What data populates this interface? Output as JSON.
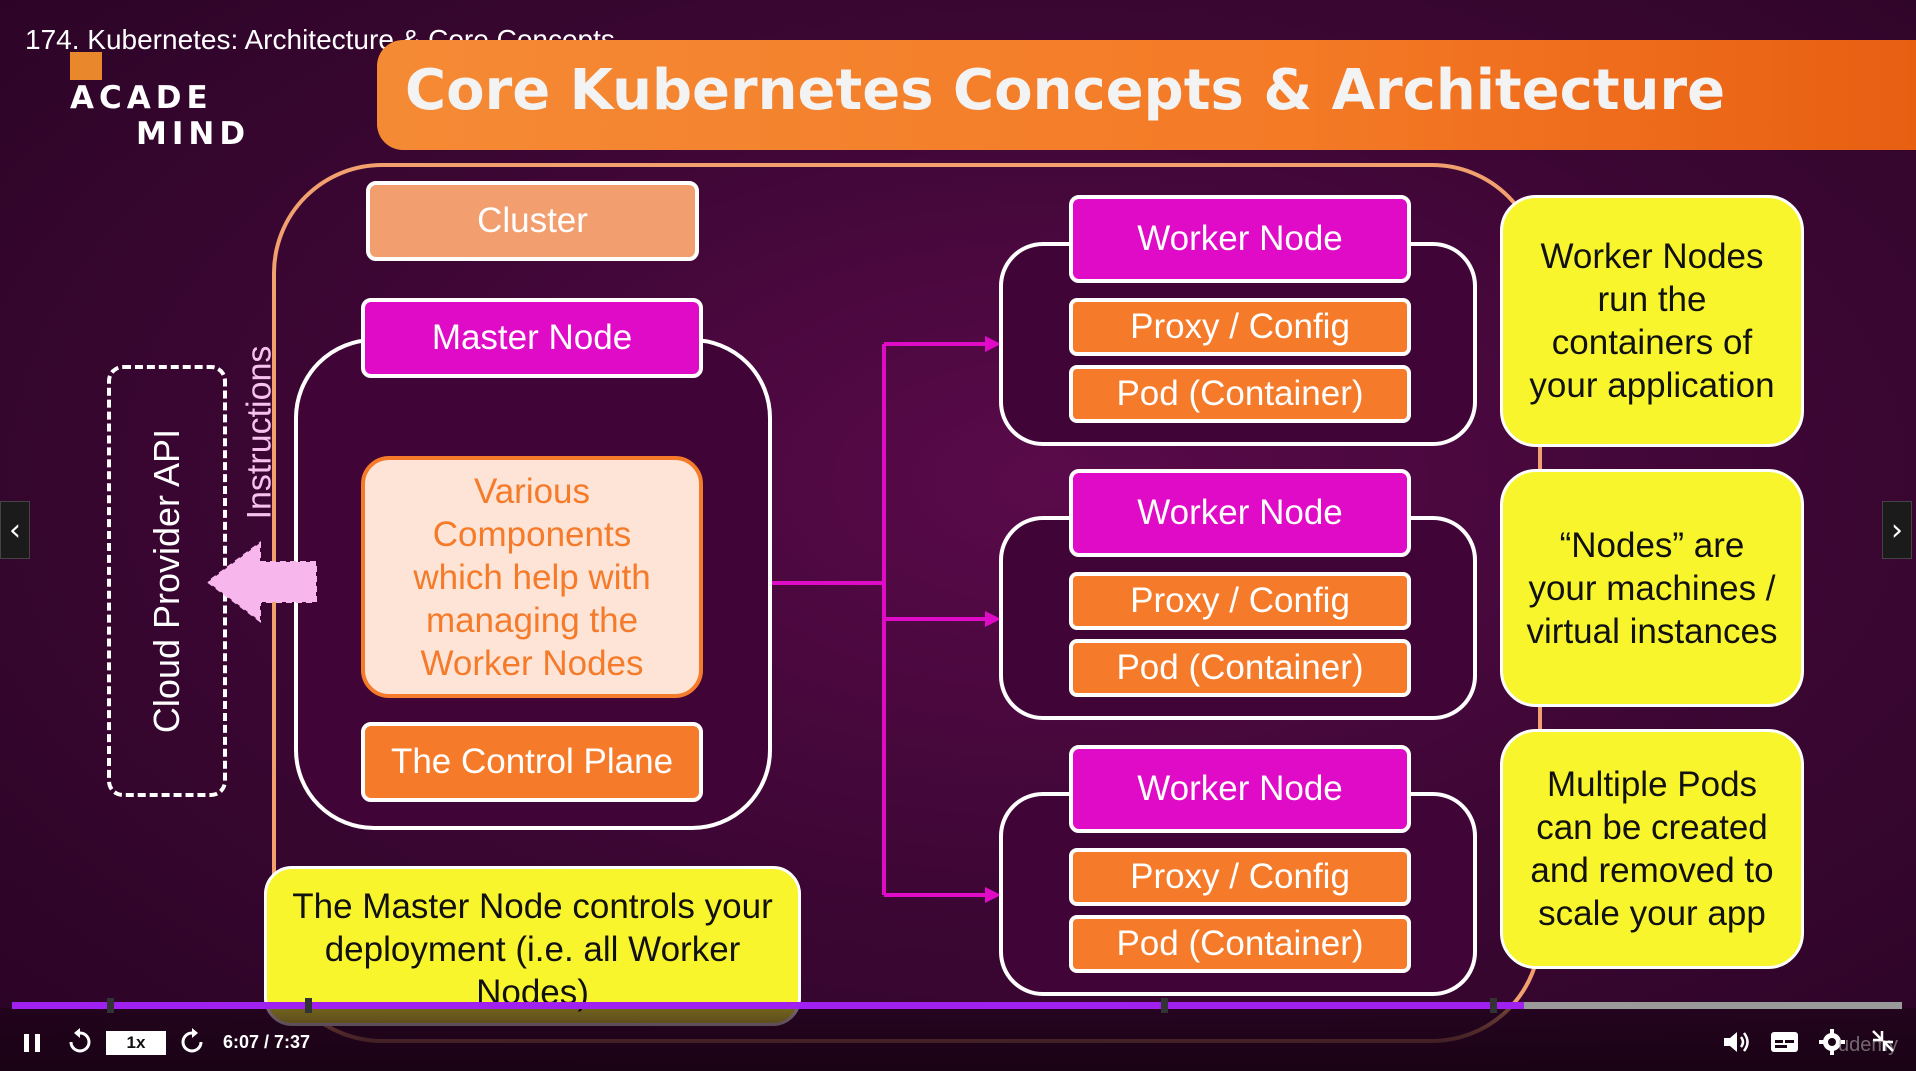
{
  "player": {
    "lecture_title": "174. Kubernetes: Architecture & Core Concepts",
    "time_display": "6:07 / 7:37",
    "speed_label": "1x",
    "progress": 0.8,
    "watermark": "udemy",
    "icons": [
      "pause-icon",
      "rewind-icon",
      "forward-icon",
      "volume-icon",
      "captions-icon",
      "settings-icon",
      "fullscreen-exit-icon",
      "chevron-left-icon",
      "chevron-right-icon"
    ]
  },
  "logo": {
    "line1": "ACADE",
    "line2": "MIND"
  },
  "slide": {
    "title": "Core Kubernetes Concepts & Architecture",
    "cluster_label": "Cluster",
    "master_label": "Master Node",
    "components_text": "Various Components which help with managing the Worker Nodes",
    "control_plane_label": "The Control Plane",
    "master_note": "The Master Node controls your deployment (i.e. all Worker Nodes)",
    "cloud_api_label": "Cloud Provider API",
    "instructions_label": "Instructions",
    "workers": [
      {
        "label": "Worker Node",
        "proxy": "Proxy / Config",
        "pod": "Pod (Container)"
      },
      {
        "label": "Worker Node",
        "proxy": "Proxy / Config",
        "pod": "Pod (Container)"
      },
      {
        "label": "Worker Node",
        "proxy": "Proxy / Config",
        "pod": "Pod (Container)"
      }
    ],
    "notes": [
      "Worker Nodes run the containers of your application",
      "“Nodes” are your machines / virtual instances",
      "Multiple Pods can be created and removed to scale your app"
    ]
  },
  "colors": {
    "background": "#3a0632",
    "accent_orange": "#f57b2a",
    "accent_magenta": "#e00bc6",
    "note_yellow": "#f8f52c",
    "progress_purple": "#a020f0"
  }
}
